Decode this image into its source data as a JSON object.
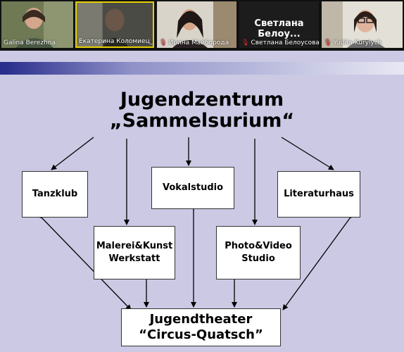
{
  "participants": [
    {
      "name": "Galina Berezhna",
      "muted": false
    },
    {
      "name": "Екатерина Коломиец_сте...",
      "muted": false
    },
    {
      "name": "Ирина Майборода",
      "muted": true
    },
    {
      "name": "Светлана Белоусова",
      "muted": true,
      "display_label": "Светлана  Белоу..."
    },
    {
      "name": "Yudita Kurylych",
      "muted": true
    }
  ],
  "slide": {
    "title_line1": "Jugendzentrum",
    "title_line2": "„Sammelsurium“",
    "boxes": {
      "tanzklub": "Tanzklub",
      "vokalstudio": "Vokalstudio",
      "literaturhaus": "Literaturhaus",
      "malerei_line1": "Malerei&Kunst",
      "malerei_line2": "Werkstatt",
      "photo_line1": "Photo&Video",
      "photo_line2": "Studio",
      "theater_line1": "Jugendtheater",
      "theater_line2": "“Circus-Quatsch”"
    }
  },
  "colors": {
    "slide_bg": "#cbc9e4",
    "bar_dark": "#2a2e8c",
    "bar_light": "#e8e8f4"
  }
}
